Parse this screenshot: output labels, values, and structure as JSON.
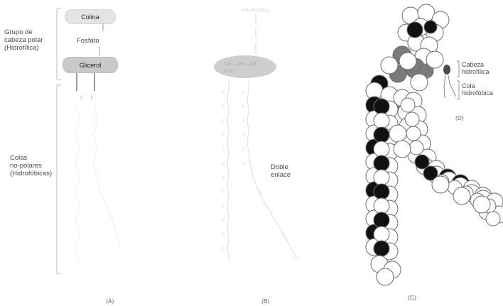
{
  "left_labels": {
    "head_group": [
      "Grupo de",
      "cabeza polar",
      "(Hidrofílica)"
    ],
    "tails": [
      "Colas",
      "no-polares",
      "(Hidrofóbicas)"
    ]
  },
  "panel_a": {
    "choline": "Colina",
    "phosphate": "Fosfato",
    "glycerol": "Glicerol",
    "caption": "(A)"
  },
  "panel_b": {
    "double_bond": [
      "Doble",
      "enlace"
    ],
    "caption": "(B)"
  },
  "panel_c": {
    "caption": "(C)"
  },
  "panel_d": {
    "head_label": [
      "Cabeza",
      "hidrofílica"
    ],
    "tail_label": [
      "Cola",
      "hidrofóbica"
    ],
    "caption": "(D)"
  },
  "colors": {
    "bracket": "#bcbcbc",
    "pill_light": "#e4e4e4",
    "pill_dark": "#c9c9c9",
    "atom_fill": "#ffffff",
    "atom_stroke": "#6a6a6a",
    "atom_dark": "#111111",
    "atom_mid": "#7a7a7a",
    "head_icon": "#4d4d4d"
  }
}
